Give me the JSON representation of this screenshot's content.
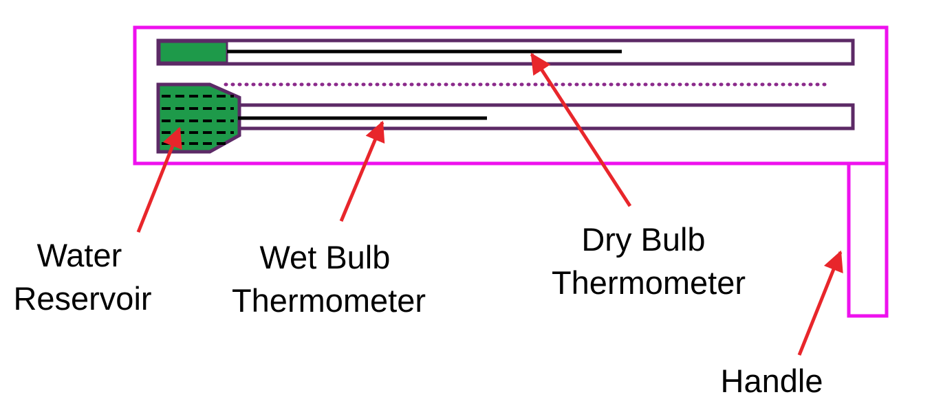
{
  "labels": {
    "water_reservoir": [
      "Water",
      "Reservoir"
    ],
    "wet_bulb": [
      "Wet Bulb",
      "Thermometer"
    ],
    "dry_bulb": [
      "Dry Bulb",
      "Thermometer"
    ],
    "handle": "Handle"
  },
  "colors": {
    "frame": "#ee11ee",
    "tube": "#5c2a66",
    "bulb_fill": "#1e9a4a",
    "mercury": "#000000",
    "arrow": "#e8262b",
    "dotted_line": "#8b2a8b"
  }
}
